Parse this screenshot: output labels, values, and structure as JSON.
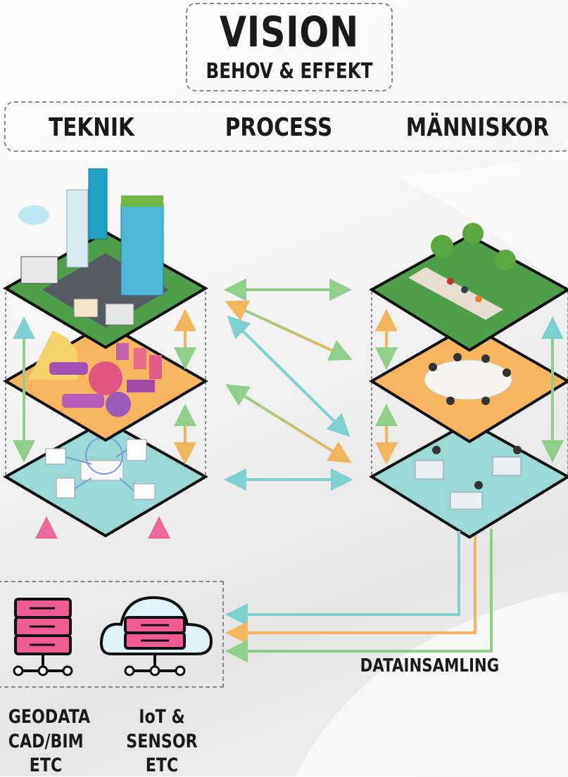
{
  "header": {
    "title": "VISION",
    "subtitle": "BEHOV & EFFEKT"
  },
  "pillars": [
    "TEKNIK",
    "PROCESS",
    "MÄNNISKOR"
  ],
  "sources": [
    {
      "name": "geodata",
      "lines": [
        "GEODATA",
        "CAD/BIM",
        "ETC"
      ],
      "icon": "server-stack-icon"
    },
    {
      "name": "iot",
      "lines": [
        "IoT &",
        "SENSOR",
        "ETC"
      ],
      "icon": "cloud-server-icon"
    }
  ],
  "data_collection_label": "DATAINSAMLING",
  "left_layers": [
    "city-layer",
    "analytics-layer",
    "network-layer"
  ],
  "right_layers": [
    "park-layer",
    "meeting-layer",
    "office-layer"
  ],
  "colors": {
    "green": "#8fcf8a",
    "orange": "#f2b75c",
    "teal": "#7fd0d0",
    "pink": "#e96a9b",
    "layer_orange": "#f6b55e",
    "layer_teal": "#9ad9d6",
    "layer_green": "#4f9e4a",
    "outline": "#111111"
  }
}
